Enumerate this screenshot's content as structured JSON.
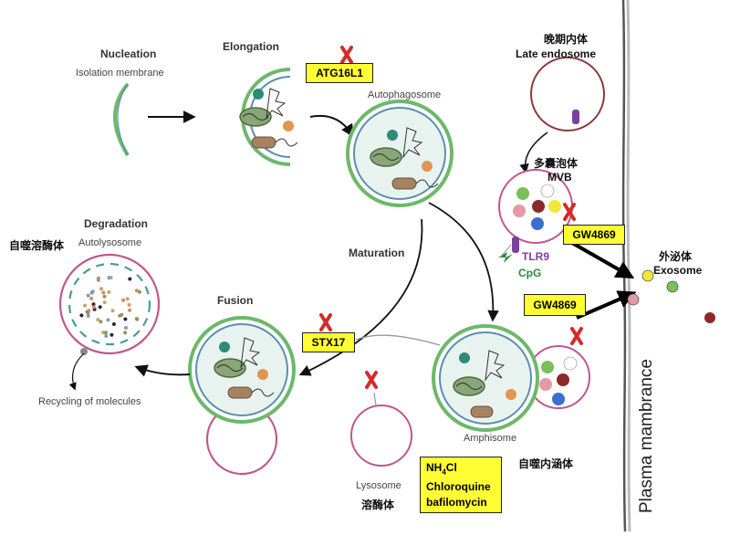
{
  "stages": {
    "nucleation": "Nucleation",
    "isolation_membrane": "Isolation membrane",
    "elongation": "Elongation",
    "autophagosome": "Autophagosome",
    "maturation": "Maturation",
    "fusion": "Fusion",
    "degradation": "Degradation",
    "autolysosome": "Autolysosome",
    "autolysosome_cn": "自噬溶酶体",
    "recycling": "Recycling of molecules",
    "lysosome": "Lysosome",
    "lysosome_cn": "溶酶体",
    "amphisome": "Amphisome",
    "amphisome_cn": "自噬内涵体",
    "late_endosome_cn": "晚期内体",
    "late_endosome": "Late endosome",
    "mvb_cn": "多囊泡体",
    "mvb": "MVB",
    "tlr9": "TLR9",
    "cpg": "CpG",
    "exosome_cn": "外泌体",
    "exosome": "Exosome",
    "plasma_membrane": "Plasma mambrance"
  },
  "inhibitors": {
    "atg16l1": "ATG16L1",
    "stx17": "STX17",
    "gw4869_a": "GW4869",
    "gw4869_b": "GW4869",
    "nh4cl": "NH4Cl",
    "nh4cl_main": "NH",
    "nh4cl_sub": "4",
    "nh4cl_tail": "Cl",
    "chloroquine": "Chloroquine",
    "bafilomycin": "bafilomycin"
  },
  "colors": {
    "green_membrane": "#6db86b",
    "blue_membrane": "#5b8fb0",
    "pink_membrane": "#c2578b",
    "brown_membrane": "#8b3a3a",
    "highlight_yellow": "#ffff33",
    "inhibit_red": "#d42a2a",
    "tlr9_purple": "#7b3fa0",
    "cpg_green": "#2a8a3a"
  }
}
